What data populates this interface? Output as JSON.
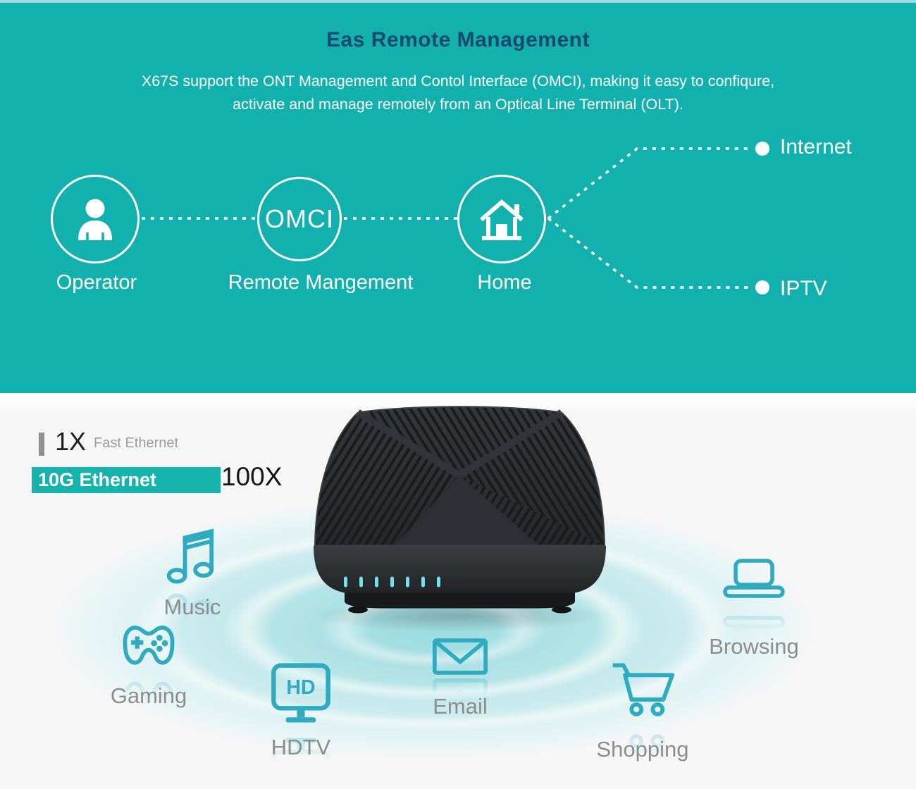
{
  "hero": {
    "title": "Eas Remote Management",
    "desc_line1": "X67S support the ONT Management and Contol Interface (OMCI), making it easy to confiqure,",
    "desc_line2": "activate and manage remotely from an Optical Line Terminal (OLT).",
    "operator_label": "Operator",
    "omci_circle_text": "OMCI",
    "omci_label": "Remote Mangement",
    "home_label": "Home",
    "internet_label": "Internet",
    "iptv_label": "IPTV"
  },
  "comparison": {
    "row1_value": "1X",
    "row1_label": "Fast Ethernet",
    "row2_bar_label": "10G Ethernet",
    "row2_value": "100X"
  },
  "device": {
    "led_count": 7,
    "led_color": "#7edee6"
  },
  "features": {
    "music": "Music",
    "gaming": "Gaming",
    "hdtv": "HDTV",
    "hdtv_badge": "HD",
    "email": "Email",
    "browsing": "Browsing",
    "shopping": "Shopping"
  },
  "colors": {
    "hero_teal": "#12b1ad",
    "top_strip": "#a4d6e6",
    "title_navy": "#16496f",
    "bar_teal": "#15b3ab",
    "icon_teal": "#2faabf",
    "label_gray": "#8d8d8d",
    "showcase_bg": "#f6f6f6"
  }
}
